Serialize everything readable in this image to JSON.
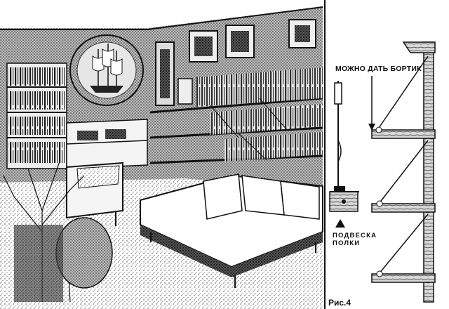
{
  "labels": {
    "ledge_note": "МОЖНО ДАТЬ БОРТИК",
    "hanging_line1": "ПОДВЕСКА",
    "hanging_line2": "ПОЛКИ",
    "figure_caption": "Рис.4"
  },
  "colors": {
    "ink": "#111111",
    "paper": "#ffffff",
    "shade": "#8a8a8a"
  }
}
